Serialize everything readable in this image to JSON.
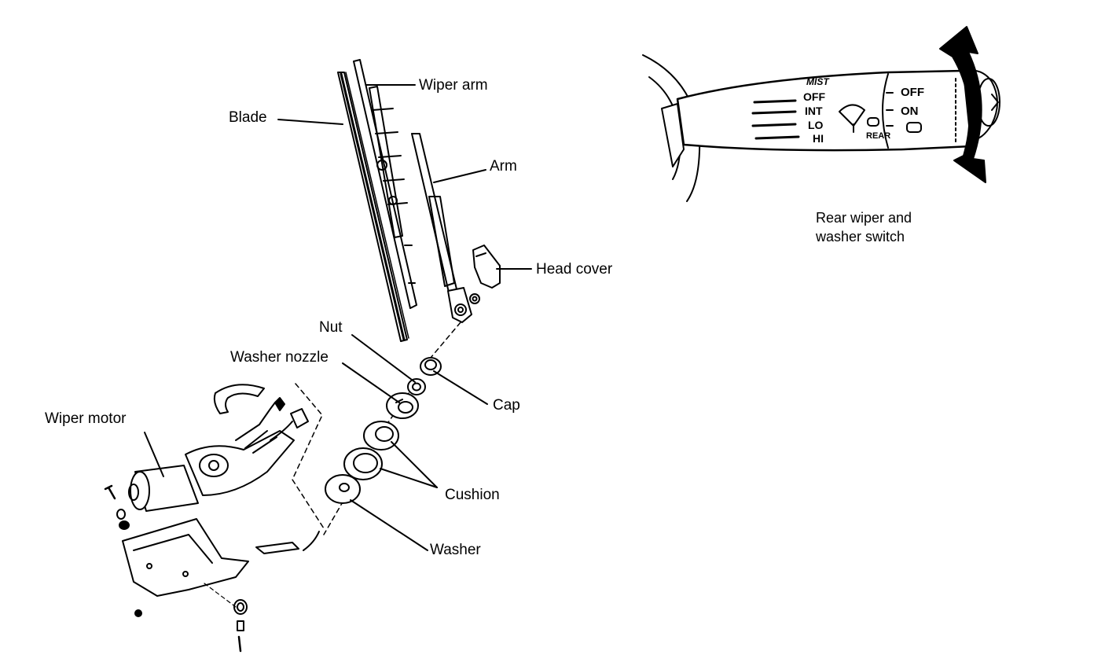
{
  "labels": {
    "wiper_arm": "Wiper arm",
    "blade": "Blade",
    "arm": "Arm",
    "head_cover": "Head cover",
    "nut": "Nut",
    "washer_nozzle": "Washer nozzle",
    "cap": "Cap",
    "wiper_motor": "Wiper motor",
    "cushion": "Cushion",
    "washer": "Washer"
  },
  "switch": {
    "caption_line1": "Rear wiper and",
    "caption_line2": "washer switch",
    "front_positions": [
      "MIST",
      "OFF",
      "INT",
      "LO",
      "HI"
    ],
    "rear_positions": [
      "OFF",
      "ON"
    ],
    "rear_tag": "REAR"
  },
  "colors": {
    "ink": "#000000",
    "paper": "#ffffff"
  }
}
